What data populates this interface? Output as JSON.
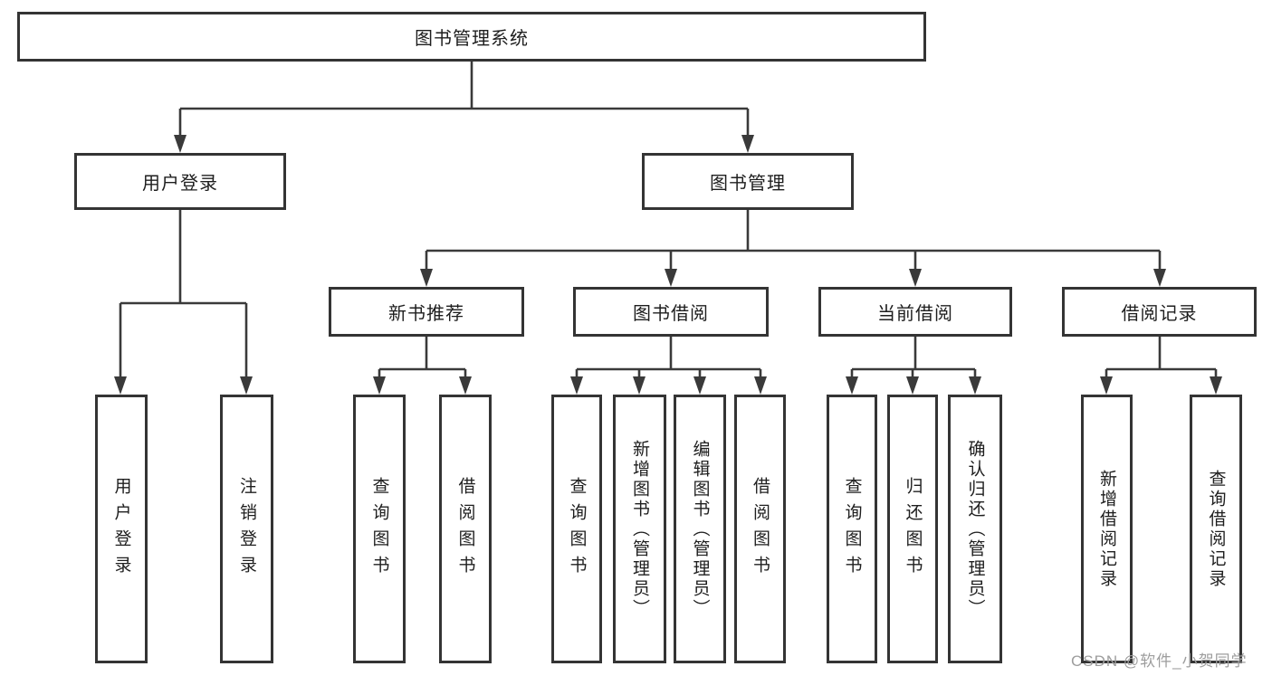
{
  "diagram": {
    "root": {
      "label": "图书管理系统"
    },
    "level2": [
      {
        "label": "用户登录"
      },
      {
        "label": "图书管理"
      }
    ],
    "level3": [
      {
        "label": "新书推荐"
      },
      {
        "label": "图书借阅"
      },
      {
        "label": "当前借阅"
      },
      {
        "label": "借阅记录"
      }
    ],
    "leaves": {
      "user": [
        "用户登录",
        "注销登录"
      ],
      "recommend": [
        "查询图书",
        "借阅图书"
      ],
      "borrow": [
        "查询图书",
        "新增图书（管理员）",
        "编辑图书（管理员）",
        "借阅图书"
      ],
      "current": [
        "查询图书",
        "归还图书",
        "确认归还（管理员）"
      ],
      "records": [
        "新增借阅记录",
        "查询借阅记录"
      ]
    }
  },
  "watermark": {
    "text": "CSDN @软件_小贺同学"
  },
  "colors": {
    "line": "#3a3a3a",
    "border": "#343434",
    "text": "#1e1e1e",
    "watermark": "#9d9d9d",
    "background": "#ffffff"
  }
}
